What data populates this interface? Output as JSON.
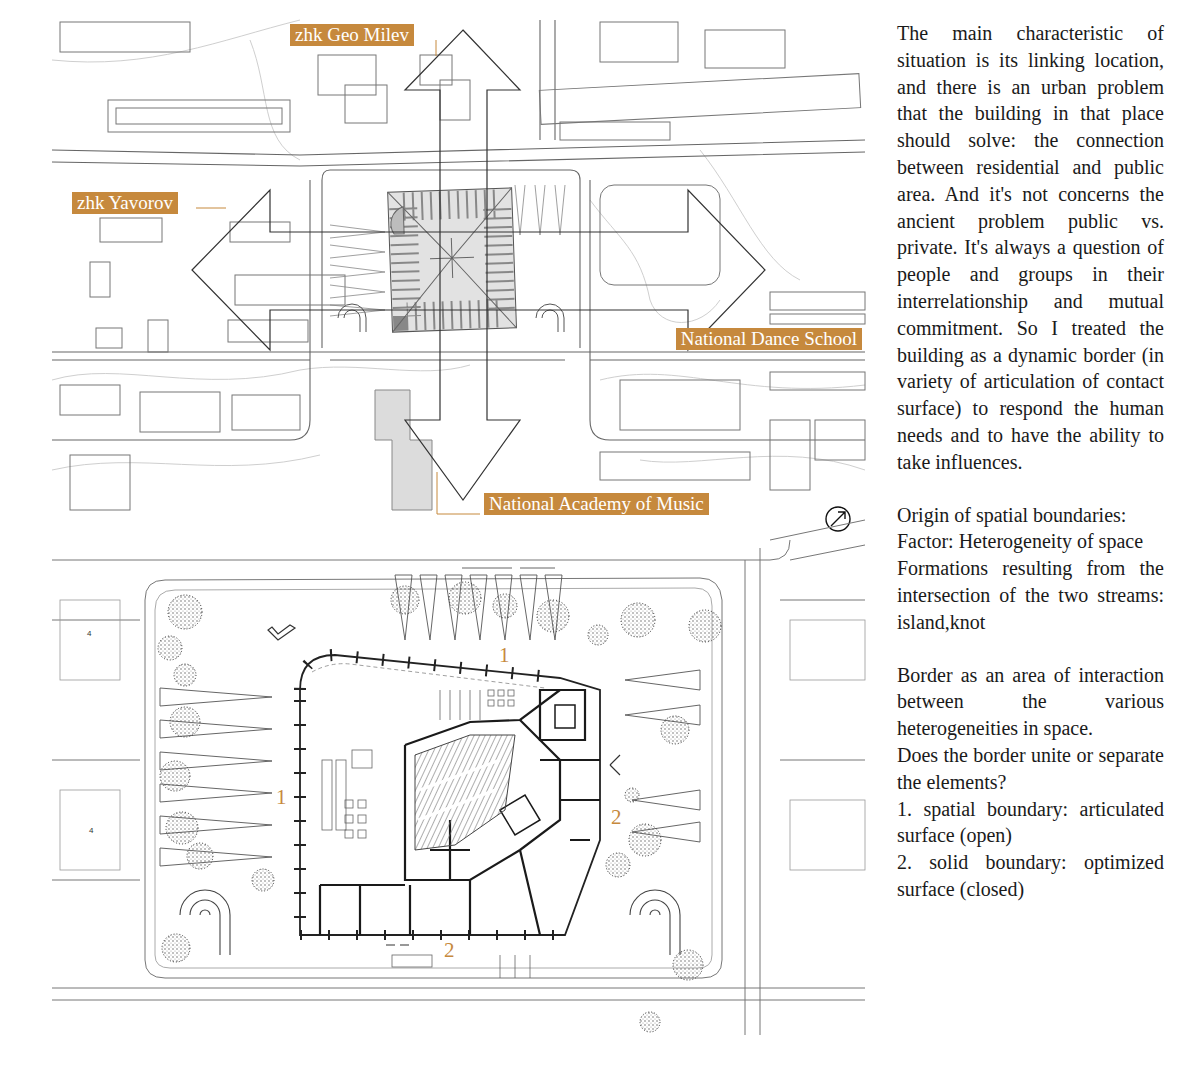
{
  "diagram": {
    "nodes": [
      {
        "text": [
          "zhk Geo Milev"
        ]
      },
      {
        "text": [
          "zhk Yavorov"
        ]
      },
      {
        "text": [
          "National Dance School"
        ]
      },
      {
        "text": [
          "National Academy of Music"
        ]
      }
    ],
    "labels": [
      "The main characteristic of situation is its linking location, and there is an urban problem that the building in that place should solve: the connection between residential and public area. And it's not concerns the ancient problem public vs. private. It's always a question of people and groups in their interrelationship and mutual commitment. So I treated the building as a dynamic border (in variety of articulation of contact surface) to respond the human needs and to have the ability to take influences.",
      "Origin of spatial boundaries:",
      "Factor: Heterogeneity of space",
      "Formations resulting from the intersection of the two streams: island,knot",
      "Border as an area of interaction between the various heterogeneities in space.",
      "Does the border unite or separate the elements?",
      "1. spatial boundary: articulated surface (open)",
      "2. solid boundary: optimized surface (closed)",
      "1",
      "1",
      "2",
      "2",
      "4",
      "4"
    ]
  }
}
